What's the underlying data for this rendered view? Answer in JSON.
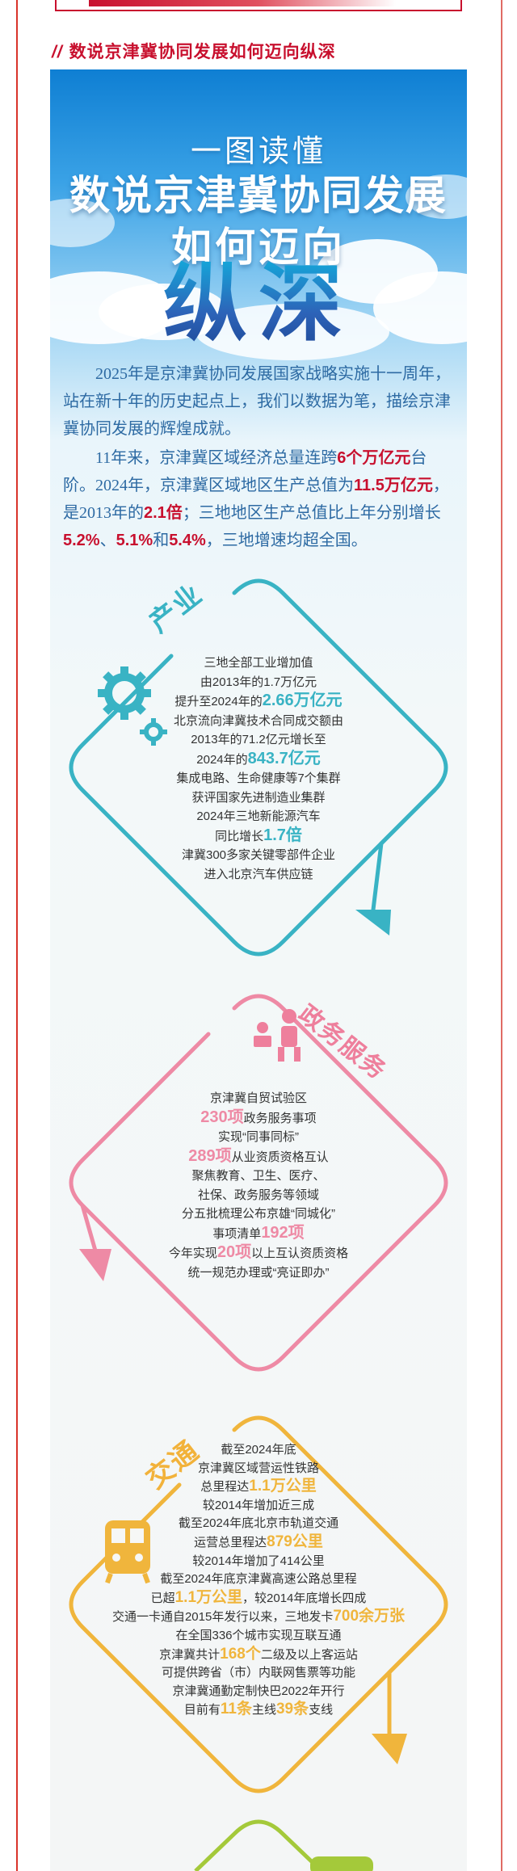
{
  "section_heading": {
    "slashes": "//",
    "text": "数说京津冀协同发展如何迈向纵深"
  },
  "poster": {
    "kicker": "一图读懂",
    "title_line2": "数说京津冀协同发展",
    "title_line3": "如何迈向",
    "title_big": "纵深",
    "intro_p1": "2025年是京津冀协同发展国家战略实施十一周年，站在新十年的历史起点上，我们以数据为笔，描绘京津冀协同发展的辉煌成就。",
    "intro_p2": {
      "t1": "11年来，京津冀区域经济总量连跨",
      "h1": "6个万亿元",
      "t2": "台阶。2024年，京津冀区域地区生产总值为",
      "h2": "11.5万亿元",
      "t3": "，是2013年的",
      "h3": "2.1倍",
      "t4": "；三地地区生产总值比上年分别增长",
      "h4": "5.2%",
      "t5": "、",
      "h5": "5.1%",
      "t6": "和",
      "h6": "5.4%",
      "t7": "，三地增速均超全国。"
    }
  },
  "industry": {
    "tag": "产业",
    "l1": "三地全部工业增加值",
    "l2": "由2013年的1.7万亿元",
    "l3a": "提升至2024年的",
    "l3n": "2.66万亿元",
    "l4": "北京流向津冀技术合同成交额由",
    "l5": "2013年的71.2亿元增长至",
    "l6a": "2024年的",
    "l6n": "843.7亿元",
    "l7": "集成电路、生命健康等7个集群",
    "l8": "获评国家先进制造业集群",
    "l9": "2024年三地新能源汽车",
    "l10a": "同比增长",
    "l10n": "1.7倍",
    "l11": "津冀300多家关键零部件企业",
    "l12": "进入北京汽车供应链"
  },
  "gov": {
    "tag": "政务服务",
    "l1": "京津冀自贸试验区",
    "l2n": "230项",
    "l2b": "政务服务事项",
    "l3": "实现“同事同标”",
    "l4n": "289项",
    "l4b": "从业资质资格互认",
    "l5": "聚焦教育、卫生、医疗、",
    "l6": "社保、政务服务等领域",
    "l7": "分五批梳理公布京雄“同城化”",
    "l8a": "事项清单",
    "l8n": "192项",
    "l9a": "今年实现",
    "l9n": "20项",
    "l9b": "以上互认资质资格",
    "l10": "统一规范办理或“亮证即办”"
  },
  "traffic": {
    "tag": "交通",
    "l1": "截至2024年底",
    "l2": "京津冀区域营运性铁路",
    "l3a": "总里程达",
    "l3n": "1.1万公里",
    "l4": "较2014年增加近三成",
    "l5": "截至2024年底北京市轨道交通",
    "l6a": "运营总里程达",
    "l6n": "879公里",
    "l7": "较2014年增加了414公里",
    "l8": "截至2024年底京津冀高速公路总里程",
    "l9a": "已超",
    "l9n": "1.1万公里",
    "l9b": "，较2014年底增长四成",
    "l10a": "交通一卡通自2015年发行以来，三地发卡",
    "l10n": "700余万张",
    "l11": "在全国336个城市实现互联互通",
    "l12a": "京津冀共计",
    "l12n": "168个",
    "l12b": "二级及以上客运站",
    "l13": "可提供跨省（市）内联网售票等功能",
    "l14": "京津冀通勤定制快巴2022年开行",
    "l15a": "目前有",
    "l15n": "11条",
    "l15b": "主线",
    "l15c": "39条",
    "l15d": "支线"
  },
  "colors": {
    "red": "#c8102e",
    "teal": "#39b3c4",
    "pink": "#ee8aa5",
    "yellow": "#f0b53c",
    "green": "#a4c93a"
  }
}
